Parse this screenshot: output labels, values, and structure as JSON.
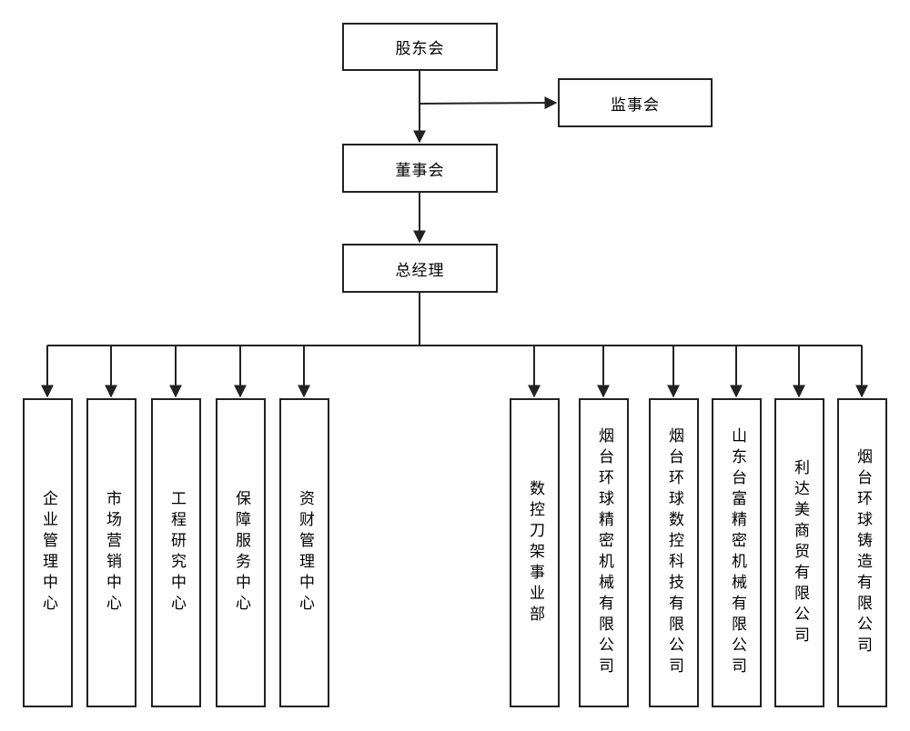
{
  "top": {
    "shareholders": "股东会",
    "supervisors": "监事会",
    "board": "董事会",
    "gm": "总经理"
  },
  "centers": [
    {
      "label": "企业管理中心"
    },
    {
      "label": "市场营销中心"
    },
    {
      "label": "工程研究中心"
    },
    {
      "label": "保障服务中心"
    },
    {
      "label": "资财管理中心"
    }
  ],
  "units": [
    {
      "label": "数控刀架事业部"
    },
    {
      "label": "烟台环球精密机械有限公司"
    },
    {
      "label": "烟台环球数控科技有限公司"
    },
    {
      "label": "山东台富精密机械有限公司"
    },
    {
      "label": "利达美商贸有限公司"
    },
    {
      "label": "烟台环球铸造有限公司"
    }
  ],
  "colors": {
    "line": "#222222",
    "box_border": "#222222",
    "background": "#ffffff"
  }
}
